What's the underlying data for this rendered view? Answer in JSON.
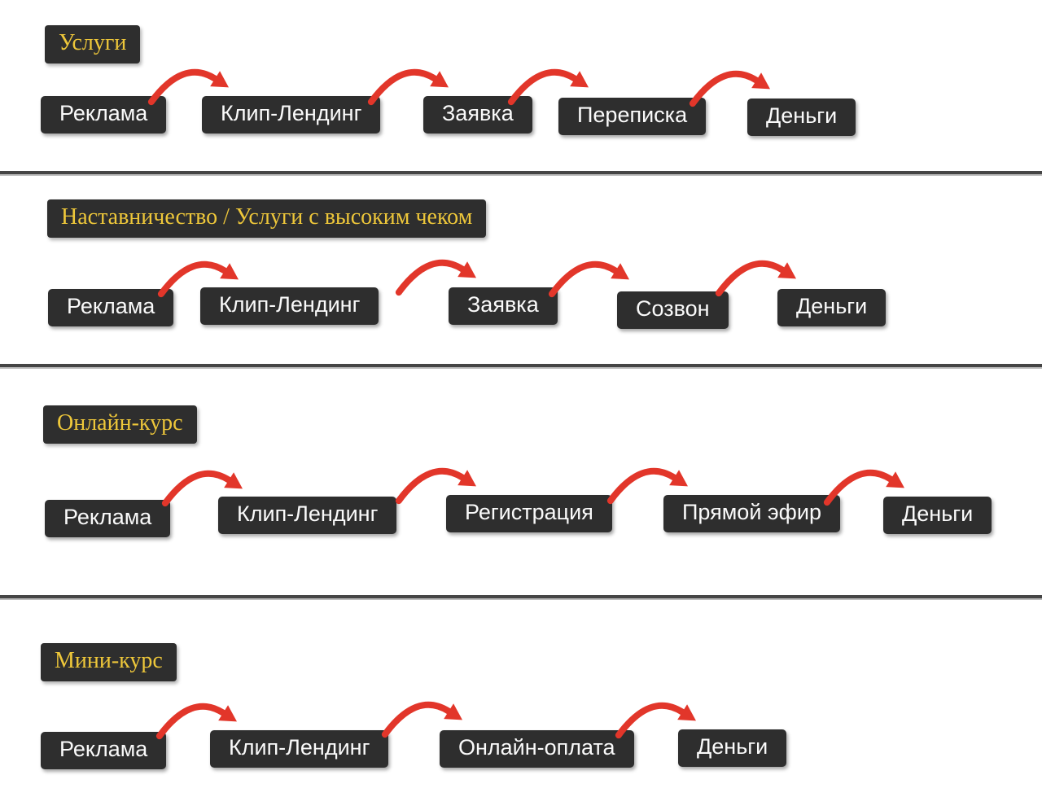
{
  "colors": {
    "background": "#ffffff",
    "box_background": "#2e2e2e",
    "title_text": "#eec73a",
    "step_text": "#fafafa",
    "arrow_red": "#e2362a",
    "divider_dark": "#454545",
    "divider_light": "#afafaf"
  },
  "diagram": {
    "type": "funnel-flows",
    "arrow_icon": "curved-red-arrow",
    "rows": [
      {
        "title": "Услуги",
        "steps": [
          "Реклама",
          "Клип-Лендинг",
          "Заявка",
          "Переписка",
          "Деньги"
        ]
      },
      {
        "title": "Наставничество / Услуги с высоким чеком",
        "steps": [
          "Реклама",
          "Клип-Лендинг",
          "Заявка",
          "Созвон",
          "Деньги"
        ]
      },
      {
        "title": "Онлайн-курс",
        "steps": [
          "Реклама",
          "Клип-Лендинг",
          "Регистрация",
          "Прямой эфир",
          "Деньги"
        ]
      },
      {
        "title": "Мини-курс",
        "steps": [
          "Реклама",
          "Клип-Лендинг",
          "Онлайн-оплата",
          "Деньги"
        ]
      }
    ]
  }
}
